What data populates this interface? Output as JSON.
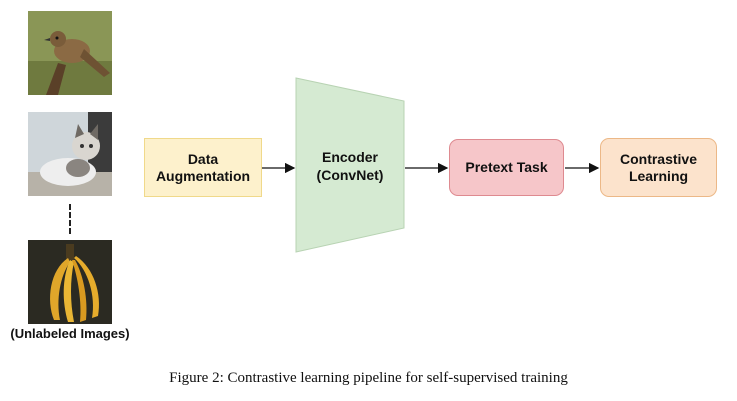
{
  "images": {
    "items": [
      {
        "name": "bird",
        "icon": "bird-photo"
      },
      {
        "name": "cat",
        "icon": "cat-photo"
      },
      {
        "name": "banana",
        "icon": "banana-photo"
      }
    ],
    "label": "(Unlabeled Images)"
  },
  "pipeline": {
    "augmentation": "Data\nAugmentation",
    "encoder": "Encoder\n(ConvNet)",
    "pretext": "Pretext Task",
    "contrastive": "Contrastive\nLearning"
  },
  "colors": {
    "augmentation_fill": "#fdf1cc",
    "encoder_fill": "#d5ead2",
    "pretext_fill": "#f6c6c9",
    "contrastive_fill": "#fce3cc"
  },
  "caption": "Figure 2: Contrastive learning pipeline for self-supervised training"
}
